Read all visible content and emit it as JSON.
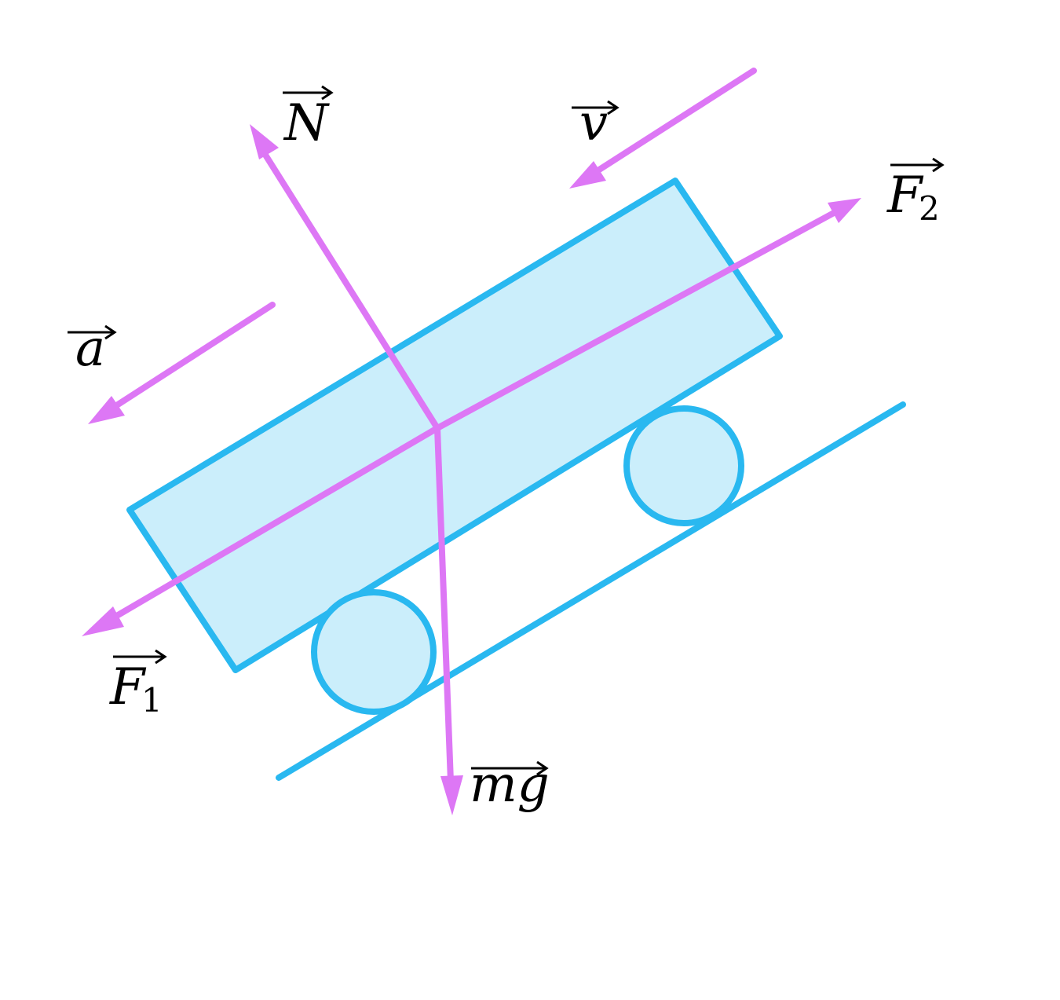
{
  "colors": {
    "body_stroke": "#29b8f0",
    "body_fill": "#cbeefb",
    "force": "#dd77f5",
    "text": "#000000"
  },
  "labels": {
    "normal": "N",
    "velocity": "v",
    "acceleration": "a",
    "force1_base": "F",
    "force1_sub": "1",
    "force2_base": "F",
    "force2_sub": "2",
    "gravity": "mg"
  }
}
